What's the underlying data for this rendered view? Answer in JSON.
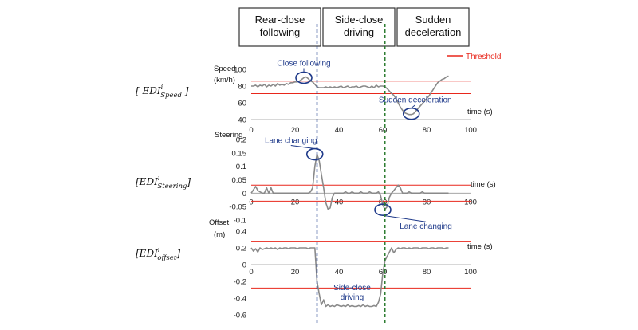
{
  "phases": [
    "Rear-close\nfollowing",
    "Side-close\ndriving",
    "Sudden\ndeceleration"
  ],
  "legend": "Threshold",
  "colors": {
    "series": "#8a8a8a",
    "threshold": "#e8271c",
    "annotation": "#1f3a8a",
    "phase1_line": "#1f3a8a",
    "phase2_line": "#2e7d32"
  },
  "phase_boundaries": [
    30,
    61
  ],
  "chart_data": [
    {
      "type": "line",
      "row_label": "[ EDI_Speed^i ]",
      "ylabel": [
        "Speed",
        "(km/h)"
      ],
      "xlabel": "time (s)",
      "xlim": [
        0,
        100
      ],
      "ylim": [
        40,
        100
      ],
      "xticks": [
        0,
        20,
        40,
        60,
        80,
        100
      ],
      "yticks": [
        40,
        60,
        80,
        100
      ],
      "thresholds": [
        86,
        71
      ],
      "x": [
        0,
        1,
        2,
        3,
        4,
        5,
        6,
        7,
        8,
        9,
        10,
        11,
        12,
        13,
        14,
        15,
        16,
        17,
        18,
        19,
        20,
        21,
        22,
        23,
        24,
        25,
        26,
        27,
        28,
        29,
        30,
        31,
        32,
        33,
        34,
        35,
        36,
        37,
        38,
        39,
        40,
        41,
        42,
        43,
        44,
        45,
        46,
        47,
        48,
        49,
        50,
        51,
        52,
        53,
        54,
        55,
        56,
        57,
        58,
        59,
        60,
        61,
        62,
        63,
        64,
        65,
        66,
        67,
        68,
        69,
        70,
        71,
        72,
        73,
        74,
        75,
        76,
        77,
        78,
        79,
        80,
        81,
        82,
        83,
        84,
        85,
        86,
        87,
        88,
        89,
        90
      ],
      "y": [
        80,
        80,
        81,
        79,
        81,
        80,
        82,
        79,
        81,
        80,
        82,
        80,
        83,
        81,
        82,
        81,
        83,
        82,
        84,
        84,
        85,
        85,
        86,
        88,
        90,
        91,
        89,
        86,
        85,
        82,
        79,
        78,
        78,
        78,
        79,
        78,
        79,
        78,
        79,
        78,
        79,
        80,
        78,
        79,
        80,
        78,
        79,
        79,
        80,
        78,
        79,
        80,
        80,
        79,
        78,
        80,
        78,
        81,
        79,
        80,
        80,
        79,
        77,
        74,
        71,
        69,
        65,
        60,
        55,
        51,
        48,
        47,
        46,
        46,
        47,
        50,
        53,
        56,
        59,
        62,
        65,
        68,
        72,
        76,
        80,
        84,
        86,
        88,
        89,
        91,
        92
      ],
      "annotations": [
        {
          "text": "Close following",
          "x": 24,
          "y": 90
        },
        {
          "text": "Sudden deceleration",
          "x": 73,
          "y": 47
        }
      ]
    },
    {
      "type": "line",
      "row_label": "[EDI_Steering^i]",
      "ylabel": [
        "Steering"
      ],
      "xlabel": "time (s)",
      "xlim": [
        0,
        100
      ],
      "ylim": [
        -0.1,
        0.2
      ],
      "xticks": [
        0,
        20,
        40,
        60,
        80,
        100
      ],
      "yticks": [
        -0.1,
        -0.05,
        0,
        0.05,
        0.1,
        0.15,
        0.2
      ],
      "thresholds": [
        0.03,
        -0.03
      ],
      "x": [
        0,
        2,
        3,
        4,
        5,
        6,
        7,
        8,
        9,
        10,
        11,
        12,
        13,
        14,
        15,
        16,
        17,
        18,
        19,
        20,
        21,
        22,
        23,
        24,
        25,
        26,
        27,
        28,
        29,
        30,
        31,
        32,
        33,
        34,
        35,
        36,
        37,
        38,
        39,
        40,
        41,
        42,
        43,
        44,
        45,
        46,
        47,
        48,
        49,
        50,
        51,
        52,
        53,
        54,
        55,
        56,
        57,
        58,
        59,
        60,
        61,
        62,
        63,
        64,
        65,
        66,
        67,
        68,
        69,
        70,
        71,
        72,
        73,
        74,
        75,
        76,
        77,
        78,
        79,
        80,
        81,
        82,
        83,
        84,
        85,
        86,
        87,
        88,
        89,
        90
      ],
      "y": [
        0,
        0.025,
        0.01,
        0.005,
        0,
        0,
        0.02,
        0,
        0.02,
        0,
        0,
        0,
        0,
        0,
        0,
        0,
        0,
        0,
        0,
        0,
        0,
        0,
        0,
        0,
        0,
        0,
        0.005,
        0.02,
        0.1,
        0.145,
        0.12,
        0.07,
        0.02,
        -0.035,
        -0.06,
        -0.055,
        -0.015,
        0,
        0,
        0,
        0,
        0,
        0.005,
        0,
        0,
        0.005,
        0,
        0,
        0,
        0.005,
        0,
        0,
        0,
        0.005,
        0,
        0,
        0,
        0.005,
        -0.01,
        -0.045,
        -0.06,
        -0.05,
        -0.015,
        0,
        0.01,
        0.02,
        0.03,
        0.02,
        0,
        0,
        0,
        0.005,
        0,
        0,
        0,
        0,
        0,
        0.005,
        0,
        0,
        0,
        0,
        0,
        0,
        0,
        0,
        0,
        0,
        0,
        0
      ],
      "annotations": [
        {
          "text": "Lane changing",
          "x": 29,
          "y": 0.145
        },
        {
          "text": "Lane changing",
          "x": 60,
          "y": -0.062
        }
      ]
    },
    {
      "type": "line",
      "row_label": "[EDI_offset^i]",
      "ylabel": [
        "Offset",
        "(m)"
      ],
      "xlabel": "time (s)",
      "xlim": [
        0,
        100
      ],
      "ylim": [
        -0.6,
        0.4
      ],
      "xticks": [
        0,
        20,
        40,
        60,
        80,
        100
      ],
      "yticks": [
        -0.6,
        -0.4,
        -0.2,
        0,
        0.2,
        0.4
      ],
      "thresholds": [
        0.28,
        -0.28
      ],
      "x": [
        0,
        1,
        2,
        3,
        4,
        5,
        6,
        7,
        8,
        9,
        10,
        11,
        12,
        13,
        14,
        15,
        16,
        17,
        18,
        19,
        20,
        21,
        22,
        23,
        24,
        25,
        26,
        27,
        28,
        29,
        30,
        31,
        32,
        33,
        34,
        35,
        36,
        37,
        38,
        39,
        40,
        41,
        42,
        43,
        44,
        45,
        46,
        47,
        48,
        49,
        50,
        51,
        52,
        53,
        54,
        55,
        56,
        57,
        58,
        59,
        60,
        61,
        62,
        63,
        64,
        65,
        66,
        67,
        68,
        69,
        70,
        71,
        72,
        73,
        74,
        75,
        76,
        77,
        78,
        79,
        80,
        81,
        82,
        83,
        84,
        85,
        86,
        87,
        88,
        89,
        90
      ],
      "y": [
        0.2,
        0.16,
        0.19,
        0.15,
        0.2,
        0.18,
        0.19,
        0.2,
        0.19,
        0.2,
        0.19,
        0.2,
        0.18,
        0.2,
        0.19,
        0.2,
        0.2,
        0.19,
        0.2,
        0.2,
        0.2,
        0.19,
        0.2,
        0.2,
        0.2,
        0.2,
        0.19,
        0.2,
        0.2,
        0.2,
        -0.2,
        -0.35,
        -0.48,
        -0.42,
        -0.5,
        -0.48,
        -0.5,
        -0.49,
        -0.5,
        -0.48,
        -0.49,
        -0.5,
        -0.49,
        -0.5,
        -0.48,
        -0.5,
        -0.49,
        -0.5,
        -0.5,
        -0.49,
        -0.5,
        -0.48,
        -0.5,
        -0.49,
        -0.5,
        -0.5,
        -0.49,
        -0.5,
        -0.45,
        -0.35,
        -0.1,
        0.05,
        0.1,
        0.15,
        0.2,
        0.14,
        0.18,
        0.2,
        0.19,
        0.2,
        0.2,
        0.19,
        0.2,
        0.19,
        0.2,
        0.2,
        0.2,
        0.19,
        0.2,
        0.2,
        0.2,
        0.19,
        0.2,
        0.2,
        0.19,
        0.2,
        0.2,
        0.2,
        0.19,
        0.2,
        0.2
      ],
      "annotations": [
        {
          "text": "Side-close\ndriving",
          "x": 46,
          "y": -0.42
        }
      ]
    }
  ]
}
